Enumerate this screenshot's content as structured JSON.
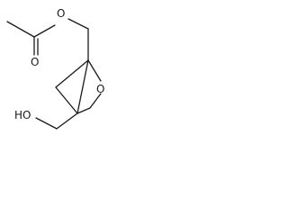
{
  "molecule": {
    "atoms": {
      "ester_oxygen": "O",
      "carbonyl_oxygen": "O",
      "ring_oxygen": "O",
      "hydroxyl_group": "HO"
    }
  }
}
